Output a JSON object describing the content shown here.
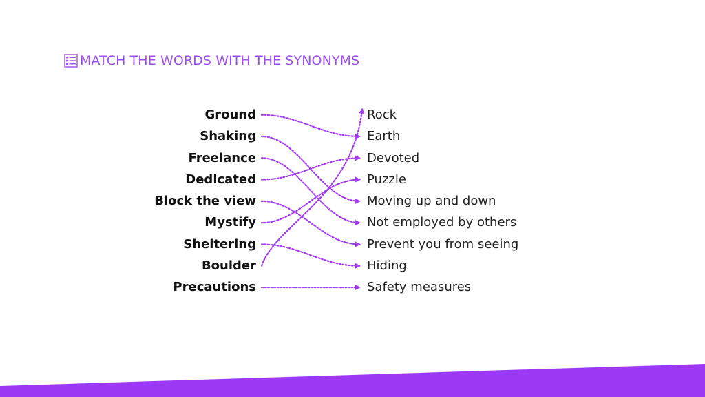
{
  "title": "MATCH THE WORDS WITH THE SYNONYMS",
  "icon": "checklist-icon",
  "accent_color": "#9b4df0",
  "words": [
    "Ground",
    "Shaking",
    "Freelance",
    "Dedicated",
    "Block the view",
    "Mystify",
    "Sheltering",
    "Boulder",
    "Precautions"
  ],
  "synonyms": [
    "Rock",
    "Earth",
    "Devoted",
    "Puzzle",
    "Moving up and down",
    "Not employed by others",
    "Prevent you from seeing",
    "Hiding",
    "Safety measures"
  ],
  "matches": [
    [
      0,
      1
    ],
    [
      1,
      4
    ],
    [
      2,
      5
    ],
    [
      3,
      2
    ],
    [
      4,
      6
    ],
    [
      5,
      3
    ],
    [
      6,
      7
    ],
    [
      7,
      0
    ],
    [
      8,
      8
    ]
  ]
}
